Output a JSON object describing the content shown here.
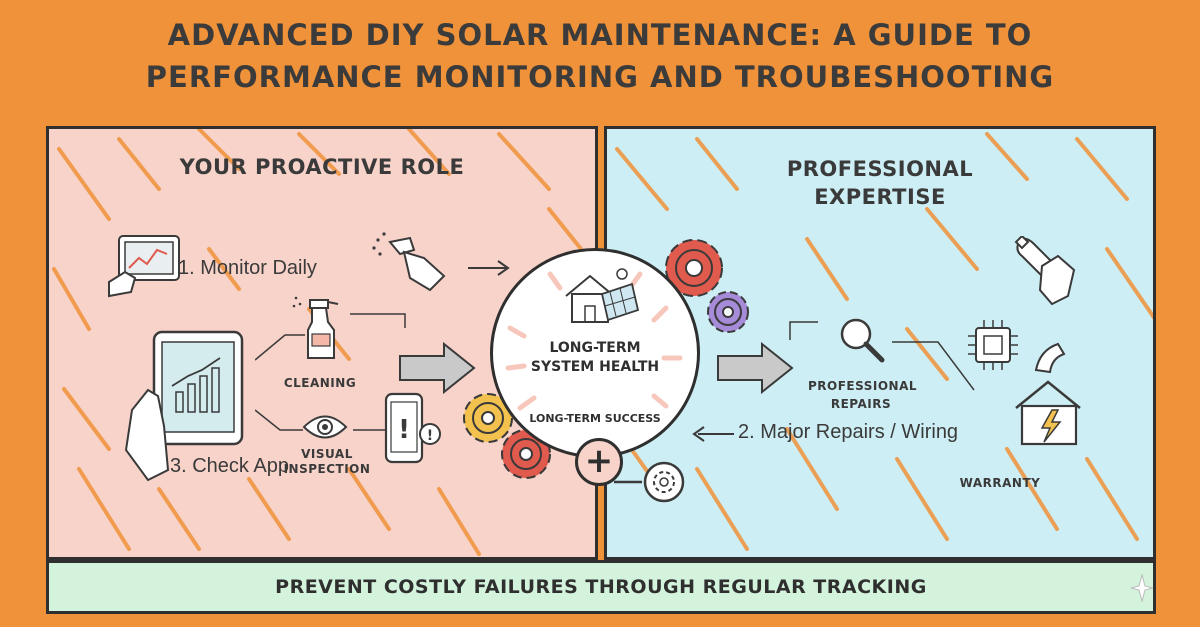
{
  "title": {
    "line1": "ADVANCED DIY SOLAR MAINTENANCE: A GUIDE TO",
    "line2": "PERFORMANCE MONITORING AND TROUBESHOOTING"
  },
  "left_panel": {
    "heading": "YOUR PROACTIVE ROLE",
    "step1": "1. Monitor Daily",
    "step3": "3. Check App",
    "cleaning": "CLEANING",
    "visual_line1": "VISUAL",
    "visual_line2": "INSPECTION"
  },
  "center": {
    "title_line1": "LONG-TERM",
    "title_line2": "SYSTEM HEALTH",
    "subtitle": "LONG-TERM SUCCESS"
  },
  "right_panel": {
    "heading_line1": "PROFESSIONAL",
    "heading_line2": "EXPERTISE",
    "repairs_line1": "PROFESSIONAL",
    "repairs_line2": "REPAIRS",
    "step2": "2. Major Repairs / Wiring",
    "warranty": "WARRANTY"
  },
  "banner": {
    "text": "PREVENT COSTLY FAILURES THROUGH REGULAR TRACKING"
  },
  "colors": {
    "background": "#f0923a",
    "left_panel": "#f7d3ca",
    "right_panel": "#cdeef4",
    "banner": "#d4f3dc",
    "gear_red": "#e05a4e",
    "gear_yellow": "#f2c14e",
    "gear_purple": "#a58bd8",
    "arrow_gray": "#c9c9c9"
  },
  "icons": [
    "tablet-chart-icon",
    "spray-bottle-icon",
    "tablet-hand-icon",
    "eye-icon",
    "phone-alert-icon",
    "house-solar-icon",
    "gear-icon",
    "magnifier-icon",
    "wrench-icon",
    "chip-icon",
    "house-lightning-icon"
  ]
}
